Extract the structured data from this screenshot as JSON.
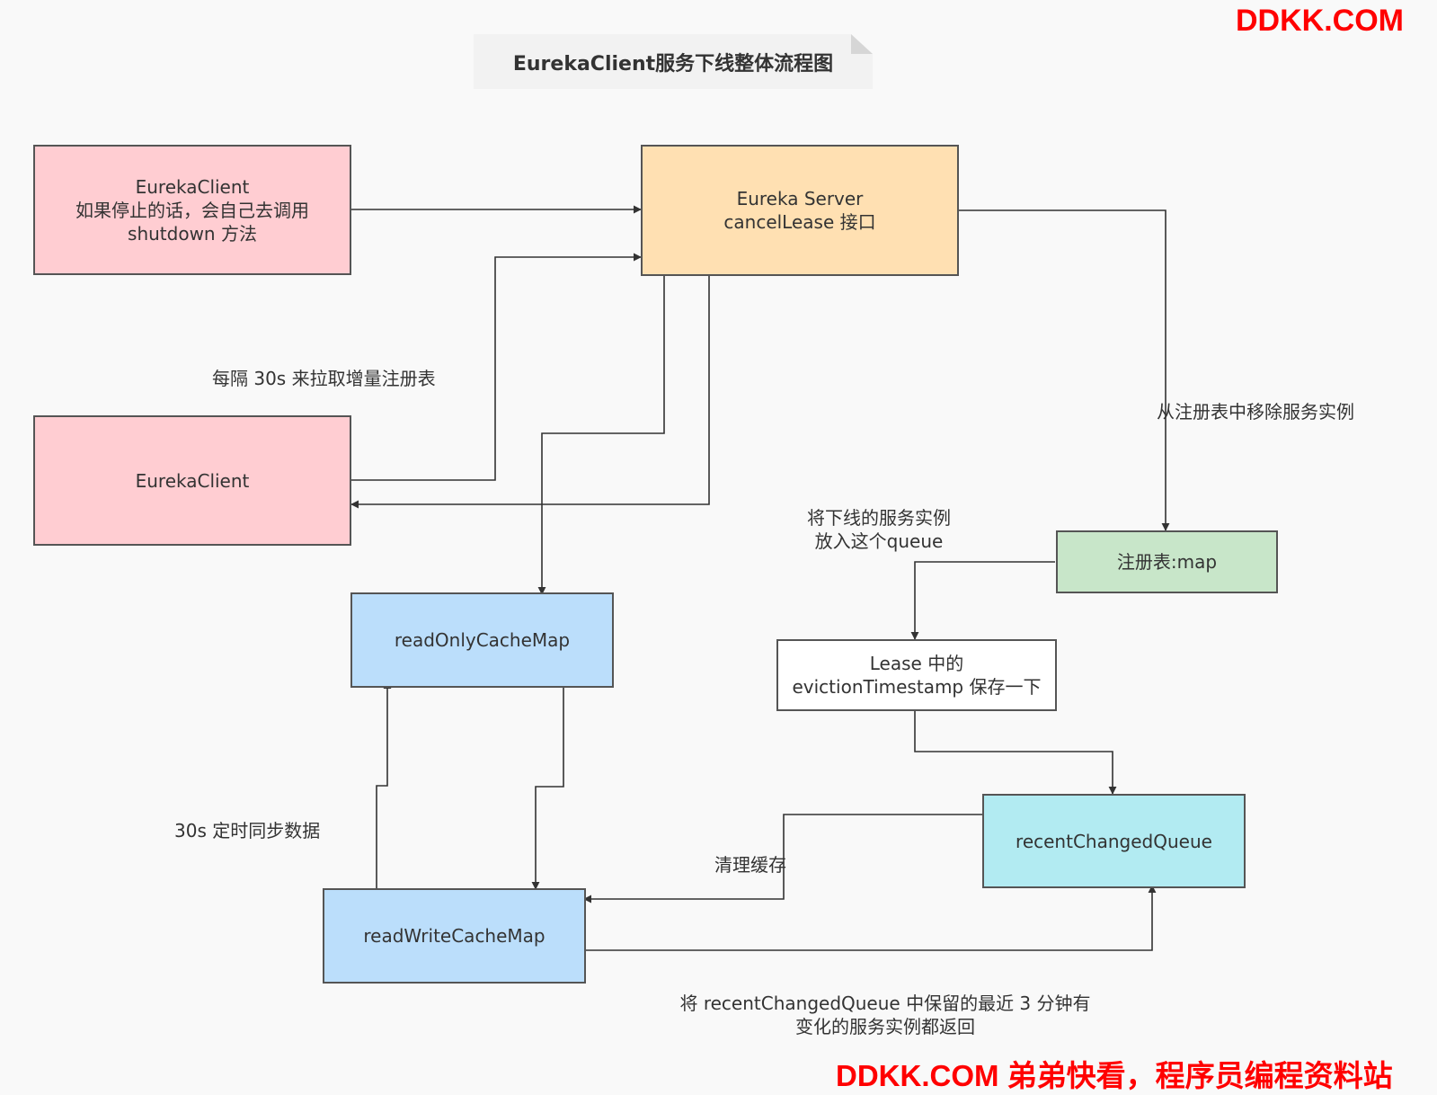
{
  "title": "EurekaClient服务下线整体流程图",
  "watermark_top": "DDKK.COM",
  "watermark_bottom": "DDKK.COM 弟弟快看，程序员编程资料站",
  "nodes": {
    "client_shutdown": "EurekaClient\n如果停止的话，会自己去调用\nshutdown 方法",
    "server": "Eureka Server\ncancelLease 接口",
    "client": "EurekaClient",
    "registry": "注册表:map",
    "lease": "Lease 中的\nevictionTimestamp 保存一下",
    "read_only_cache": "readOnlyCacheMap",
    "read_write_cache": "readWriteCacheMap",
    "recent_queue": "recentChangedQueue"
  },
  "edge_labels": {
    "fetch_delta": "每隔 30s 来拉取增量注册表",
    "remove_instance": "从注册表中移除服务实例",
    "put_queue": "将下线的服务实例\n放入这个queue",
    "sync_30s": "30s 定时同步数据",
    "clear_cache": "清理缓存",
    "return_changes": "将 recentChangedQueue 中保留的最近 3 分钟有\n变化的服务实例都返回"
  },
  "colors": {
    "client_fill": "#ffcdd2",
    "server_fill": "#ffe0b2",
    "registry_fill": "#c8e6c9",
    "lease_fill": "#ffffff",
    "cache_fill": "#bbdefb",
    "queue_fill": "#b2ebf2",
    "edge": "#333333",
    "watermark": "#ff0000"
  }
}
